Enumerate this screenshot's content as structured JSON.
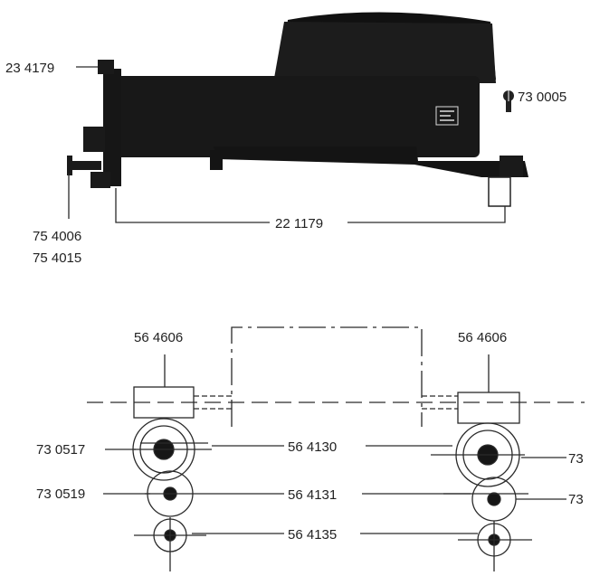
{
  "diagram": {
    "top_labels": {
      "boiler_cap_part": "23 4179",
      "screw_part": "73 0005",
      "buffer_part_1": "75 4006",
      "buffer_part_2": "75 4015",
      "frame_part": "22 1179"
    },
    "wheel_labels": {
      "left_block": "56 4606",
      "right_block": "56 4606",
      "row1_left": "73 0517",
      "row1_center": "56 4130",
      "row1_right": "73",
      "row2_left": "73 0519",
      "row2_center": "56 4131",
      "row2_right": "73",
      "row3_center": "56 4135"
    }
  },
  "colors": {
    "body": "#161616",
    "line": "#2a2a2a",
    "paper": "#ffffff"
  }
}
